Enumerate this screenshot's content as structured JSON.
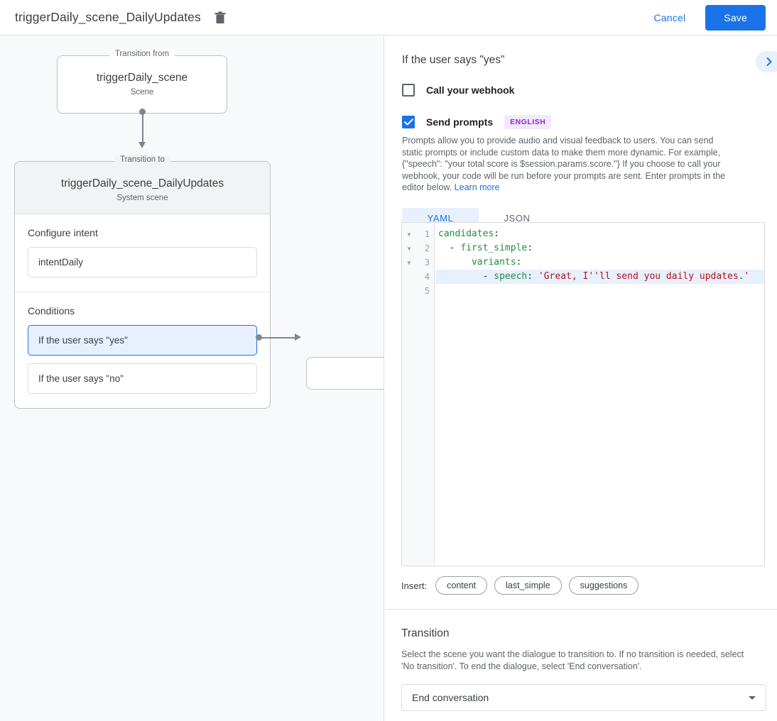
{
  "topbar": {
    "title": "triggerDaily_scene_DailyUpdates",
    "delete_icon": "trash-icon",
    "cancel_label": "Cancel",
    "save_label": "Save",
    "save_color": "#1a73e8"
  },
  "graph": {
    "from": {
      "legend": "Transition from",
      "title": "triggerDaily_scene",
      "subtitle": "Scene"
    },
    "to": {
      "legend": "Transition to",
      "title": "triggerDaily_scene_DailyUpdates",
      "subtitle": "System scene"
    },
    "intent": {
      "label": "Configure intent",
      "value": "intentDaily"
    },
    "conditions": {
      "label": "Conditions",
      "items": [
        {
          "label": "If the user says \"yes\"",
          "selected": true
        },
        {
          "label": "If the user says \"no\"",
          "selected": false
        }
      ]
    }
  },
  "detail": {
    "title": "If the user says \"yes\"",
    "expand_icon": "chevron-right-icon",
    "webhook": {
      "label": "Call your webhook",
      "checked": false
    },
    "prompts": {
      "label": "Send prompts",
      "checked": true,
      "badge": "ENGLISH",
      "badge_color": "#8430ce",
      "help": "Prompts allow you to provide audio and visual feedback to users. You can send static prompts or include custom data to make them more dynamic. For example, {\"speech\": \"your total score is $session.params.score.\"} If you choose to call your webhook, your code will be run before your prompts are sent. Enter prompts in the editor below. ",
      "help_link": "Learn more"
    },
    "tabs": [
      {
        "label": "YAML",
        "active": true
      },
      {
        "label": "JSON",
        "active": false
      }
    ],
    "editor": {
      "lines": [
        {
          "num": "1",
          "fold": true,
          "highlight": false,
          "indent": "",
          "key": "candidates",
          "colon": ":",
          "value": ""
        },
        {
          "num": "2",
          "fold": true,
          "highlight": false,
          "indent": "  - ",
          "key": "first_simple",
          "colon": ":",
          "value": ""
        },
        {
          "num": "3",
          "fold": true,
          "highlight": false,
          "indent": "      ",
          "key": "variants",
          "colon": ":",
          "value": ""
        },
        {
          "num": "4",
          "fold": false,
          "highlight": true,
          "indent": "        - ",
          "key": "speech",
          "colon": ": ",
          "value": "'Great, I''ll send you daily updates.'"
        },
        {
          "num": "5",
          "fold": false,
          "highlight": false,
          "indent": "",
          "key": "",
          "colon": "",
          "value": ""
        }
      ]
    },
    "insert": {
      "label": "Insert:",
      "chips": [
        "content",
        "last_simple",
        "suggestions"
      ]
    },
    "transition": {
      "title": "Transition",
      "description": "Select the scene you want the dialogue to transition to. If no transition is needed, select 'No transition'. To end the dialogue, select 'End conversation'.",
      "selected": "End conversation"
    }
  }
}
